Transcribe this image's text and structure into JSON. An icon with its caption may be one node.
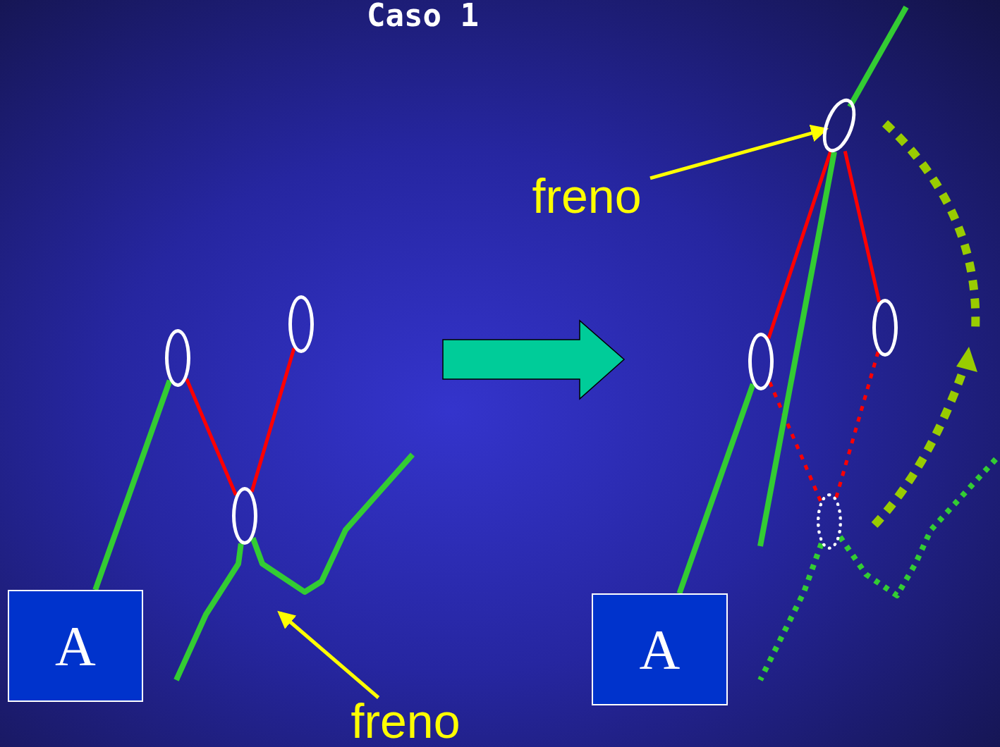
{
  "diagram": {
    "title": "Caso 1",
    "nodes": [
      {
        "text": [
          "A"
        ]
      },
      {
        "text": [],
        "shape": "ellipse"
      },
      {
        "text": [],
        "shape": "ellipse"
      },
      {
        "text": [],
        "shape": "ellipse"
      },
      {
        "text": [
          "freno"
        ]
      },
      {
        "text": [
          "A"
        ]
      },
      {
        "text": [],
        "shape": "ellipse"
      },
      {
        "text": [],
        "shape": "ellipse"
      },
      {
        "text": [],
        "shape": "ellipse"
      },
      {
        "text": [],
        "shape": "ellipse"
      },
      {
        "text": [
          "freno"
        ]
      }
    ],
    "edges": [
      {
        "from": 0,
        "to": 1,
        "arrow": "none",
        "color": "#33cc33"
      },
      {
        "from": 1,
        "to": 3,
        "arrow": "none",
        "color": "#ff0000"
      },
      {
        "from": 2,
        "to": 3,
        "arrow": "none",
        "color": "#ff0000"
      },
      {
        "from": 3,
        "to": null,
        "arrow": "none",
        "color": "#33cc33"
      },
      {
        "from": 3,
        "to": null,
        "arrow": "none",
        "color": "#33cc33"
      },
      {
        "from": 4,
        "to": null,
        "arrow": "to",
        "color": "#ffff00"
      },
      {
        "from": 5,
        "to": 7,
        "arrow": "none",
        "color": "#33cc33"
      },
      {
        "from": 7,
        "to": 6,
        "arrow": "none",
        "color": "#ff0000"
      },
      {
        "from": 8,
        "to": 6,
        "arrow": "none",
        "color": "#ff0000"
      },
      {
        "from": 7,
        "to": 9,
        "arrow": "none",
        "style": "dashed",
        "color": "#ff0000"
      },
      {
        "from": 8,
        "to": 9,
        "arrow": "none",
        "style": "dashed",
        "color": "#ff0000"
      },
      {
        "from": 6,
        "to": null,
        "arrow": "none",
        "color": "#33cc33"
      },
      {
        "from": 6,
        "to": null,
        "arrow": "none",
        "color": "#33cc33"
      },
      {
        "from": 9,
        "to": null,
        "arrow": "none",
        "style": "dashed",
        "color": "#33cc33"
      },
      {
        "from": 9,
        "to": null,
        "arrow": "none",
        "style": "dashed",
        "color": "#33cc33"
      },
      {
        "from": 10,
        "to": 6,
        "arrow": "to",
        "color": "#ffff00"
      }
    ]
  }
}
